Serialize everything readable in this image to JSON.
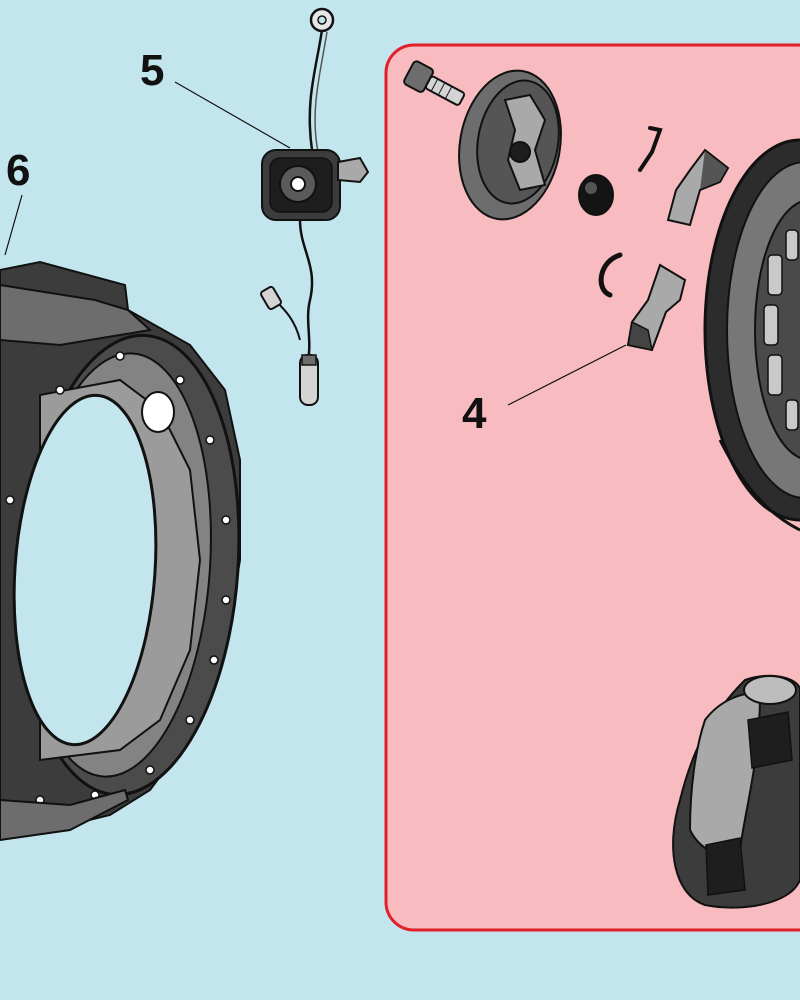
{
  "colors": {
    "background": "#c3e6ee",
    "highlight_fill": "#f8bcc0",
    "highlight_border": "#e0202a"
  },
  "callouts": {
    "part_4": "4",
    "part_5": "5",
    "part_6": "6"
  }
}
